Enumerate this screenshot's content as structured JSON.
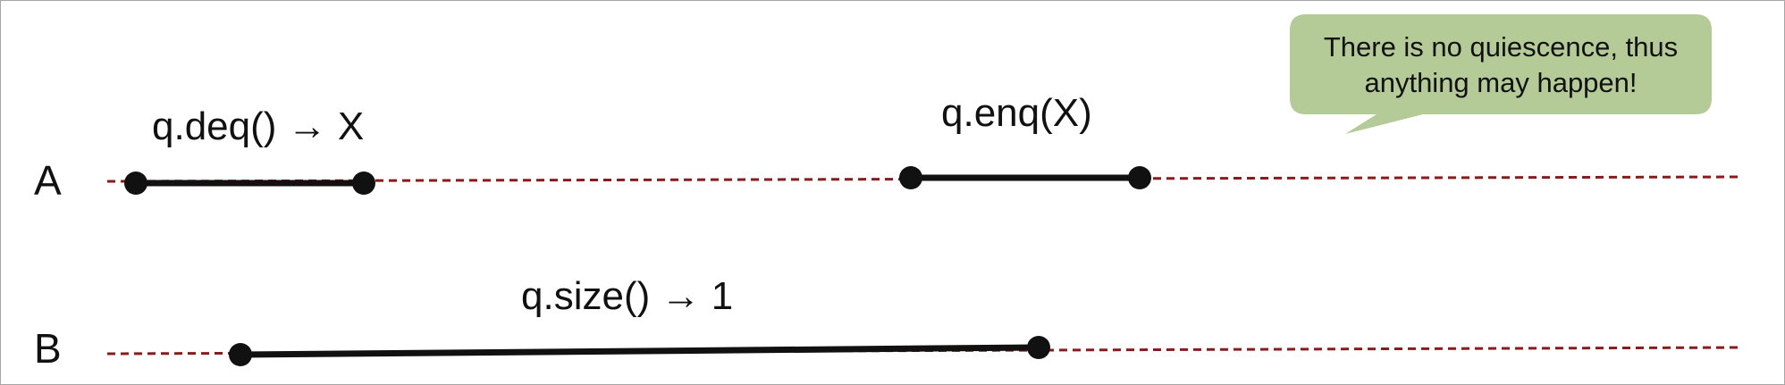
{
  "threads": [
    {
      "id": "A",
      "label": "A"
    },
    {
      "id": "B",
      "label": "B"
    }
  ],
  "operations": [
    {
      "id": "deq",
      "thread": "A",
      "label": "q.deq() → X"
    },
    {
      "id": "enq",
      "thread": "A",
      "label": "q.enq(X)"
    },
    {
      "id": "size",
      "thread": "B",
      "label": "q.size() → 1"
    }
  ],
  "callout": {
    "lines": [
      "There is no quiescence, thus",
      "anything may happen!"
    ],
    "fill": "#b5cb97"
  },
  "colors": {
    "timeline": "#8b1a1a",
    "interval": "#111111"
  }
}
